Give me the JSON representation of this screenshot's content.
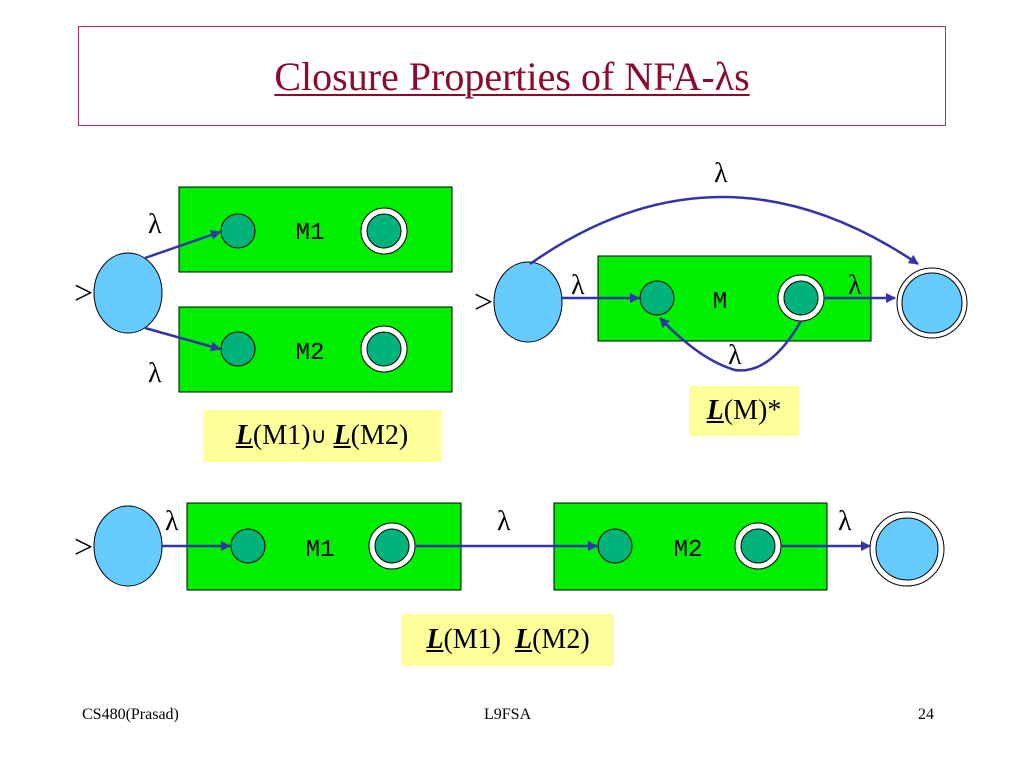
{
  "title": {
    "prefix": "Closure Properties of NFA-",
    "lambda": "λ",
    "suffix": "s"
  },
  "symbols": {
    "lambda": "λ",
    "start": ">"
  },
  "union": {
    "m1_label": "M1",
    "m2_label": "M2",
    "caption": {
      "l1": "L",
      "m1": "(M1) ",
      "op": "∪",
      "space": " ",
      "l2": "L",
      "m2": "(M2)"
    }
  },
  "star": {
    "m_label": "M",
    "caption": {
      "l": "L",
      "rest": "(M)*"
    }
  },
  "concat": {
    "m1_label": "M1",
    "m2_label": "M2",
    "caption": {
      "l1": "L",
      "m1": "(M1)  ",
      "l2": "L",
      "m2": "(M2)"
    }
  },
  "footer": {
    "left": "CS480(Prasad)",
    "center": "L9FSA",
    "right": "24"
  },
  "colors": {
    "machine_fill": "#00ee00",
    "state_inner": "#00b37a",
    "new_state": "#66ccff",
    "arrow": "#3333aa",
    "caption_bg": "#ffff99",
    "title": "#8b0a2e"
  }
}
